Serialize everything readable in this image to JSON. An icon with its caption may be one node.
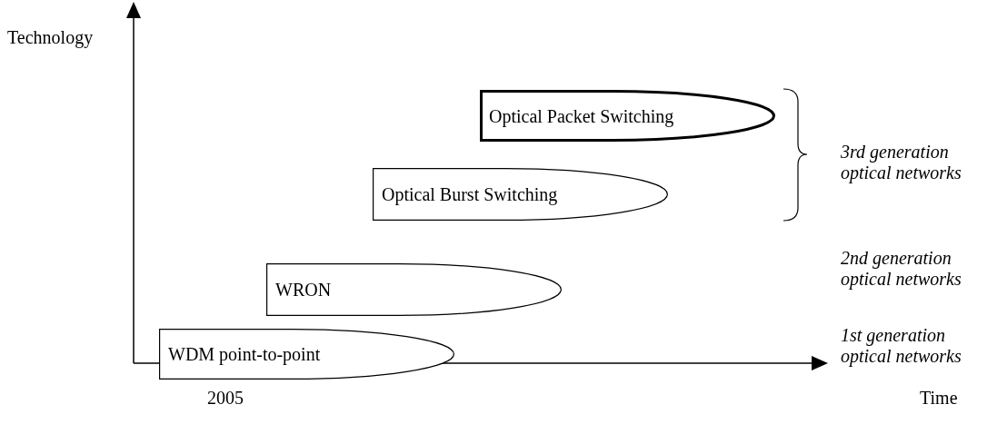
{
  "diagram": {
    "nodes": [
      {
        "text": [
          "WDM point-to-point"
        ]
      },
      {
        "text": [
          "WRON"
        ]
      },
      {
        "text": [
          "Optical Burst Switching"
        ]
      },
      {
        "text": [
          "Optical Packet Switching"
        ]
      }
    ],
    "labels": [
      "Technology",
      "3rd generation optical networks",
      "2nd generation optical networks",
      "1st generation optical networks",
      "2005",
      "Time"
    ]
  }
}
